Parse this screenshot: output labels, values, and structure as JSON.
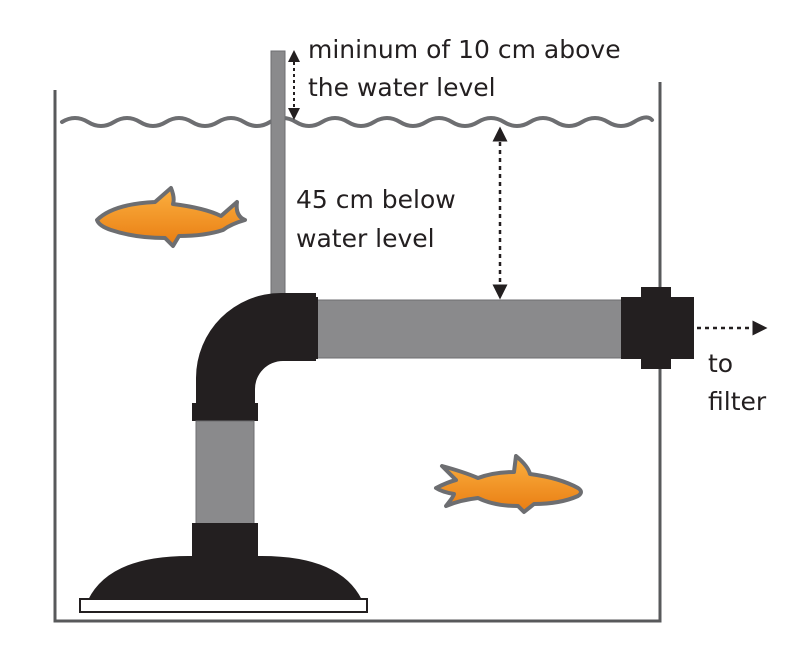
{
  "labels": {
    "top_line1": "mininum of 10 cm above",
    "top_line2": "the water level",
    "mid_line1": "45 cm below",
    "mid_line2": "water level",
    "out_line1": "to",
    "out_line2": "filter"
  },
  "colors": {
    "tank_outline": "#58595b",
    "water_line": "#6d6e71",
    "pipe_grey": "#8a8a8c",
    "pipe_black": "#231f20",
    "fish_body": "#f7941d",
    "fish_outline": "#6d6e71",
    "arrow": "#231f20"
  },
  "icons": {
    "fish": "fish-icon",
    "arrows": "double-arrow-icon"
  }
}
